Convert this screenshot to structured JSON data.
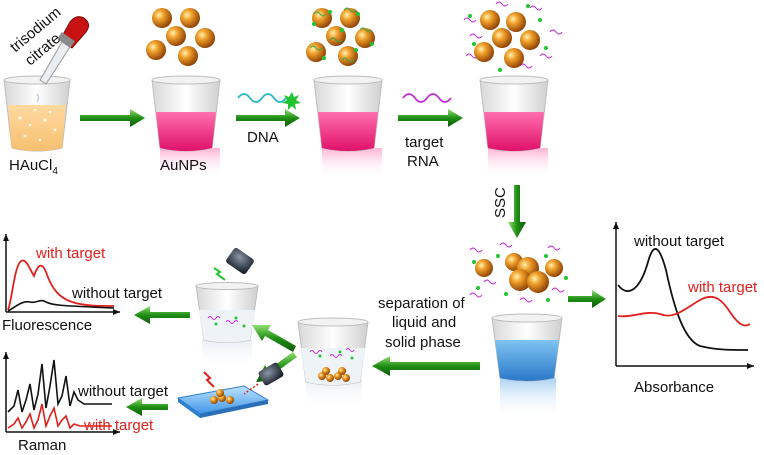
{
  "labels": {
    "reagent": "trisodium",
    "reagent2": "citrate",
    "precursor_main": "HAuCl",
    "precursor_sub": "4",
    "aunps": "AuNPs",
    "dna": "DNA",
    "target_line1": "target",
    "target_line2": "RNA",
    "ssc": "SSC",
    "separation_line1": "separation of",
    "separation_line2": "liquid and",
    "separation_line3": "solid phase",
    "fluorescence": "Fluorescence",
    "raman": "Raman",
    "absorbance": "Absorbance",
    "with_target": "with target",
    "without_target": "without target"
  },
  "colors": {
    "arrow": "#1f8f14",
    "red": "#e0201c",
    "pink": "#f03a8a",
    "blue": "#3a8fd8",
    "gold": "#e08a18"
  },
  "icons": [
    "pipette-icon",
    "beaker-icon",
    "nanoparticle-icon",
    "dna-strand-icon",
    "laser-icon",
    "substrate-icon",
    "arrow-icon"
  ]
}
